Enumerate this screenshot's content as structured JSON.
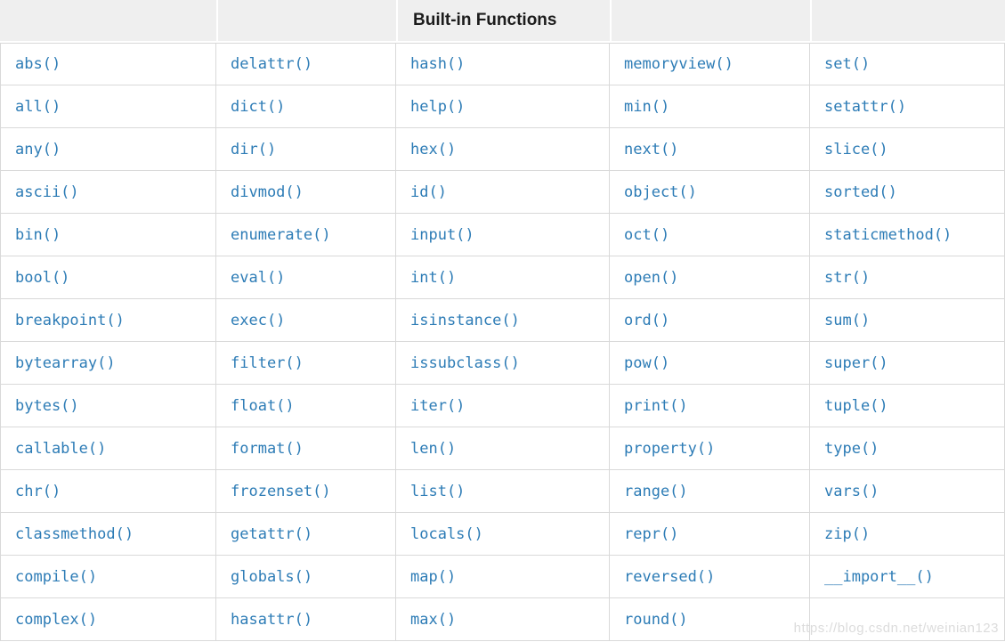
{
  "table": {
    "header_title": "Built-in Functions",
    "column_count": 5,
    "rows": [
      [
        "abs()",
        "delattr()",
        "hash()",
        "memoryview()",
        "set()"
      ],
      [
        "all()",
        "dict()",
        "help()",
        "min()",
        "setattr()"
      ],
      [
        "any()",
        "dir()",
        "hex()",
        "next()",
        "slice()"
      ],
      [
        "ascii()",
        "divmod()",
        "id()",
        "object()",
        "sorted()"
      ],
      [
        "bin()",
        "enumerate()",
        "input()",
        "oct()",
        "staticmethod()"
      ],
      [
        "bool()",
        "eval()",
        "int()",
        "open()",
        "str()"
      ],
      [
        "breakpoint()",
        "exec()",
        "isinstance()",
        "ord()",
        "sum()"
      ],
      [
        "bytearray()",
        "filter()",
        "issubclass()",
        "pow()",
        "super()"
      ],
      [
        "bytes()",
        "float()",
        "iter()",
        "print()",
        "tuple()"
      ],
      [
        "callable()",
        "format()",
        "len()",
        "property()",
        "type()"
      ],
      [
        "chr()",
        "frozenset()",
        "list()",
        "range()",
        "vars()"
      ],
      [
        "classmethod()",
        "getattr()",
        "locals()",
        "repr()",
        "zip()"
      ],
      [
        "compile()",
        "globals()",
        "map()",
        "reversed()",
        "__import__()"
      ],
      [
        "complex()",
        "hasattr()",
        "max()",
        "round()",
        ""
      ]
    ]
  },
  "watermark": {
    "text": "https://blog.csdn.net/weinian123"
  },
  "colors": {
    "link_blue": "#2d7cb6",
    "header_bg": "#efefef",
    "border": "#d9d9d9",
    "watermark": "#dcdcdc"
  }
}
